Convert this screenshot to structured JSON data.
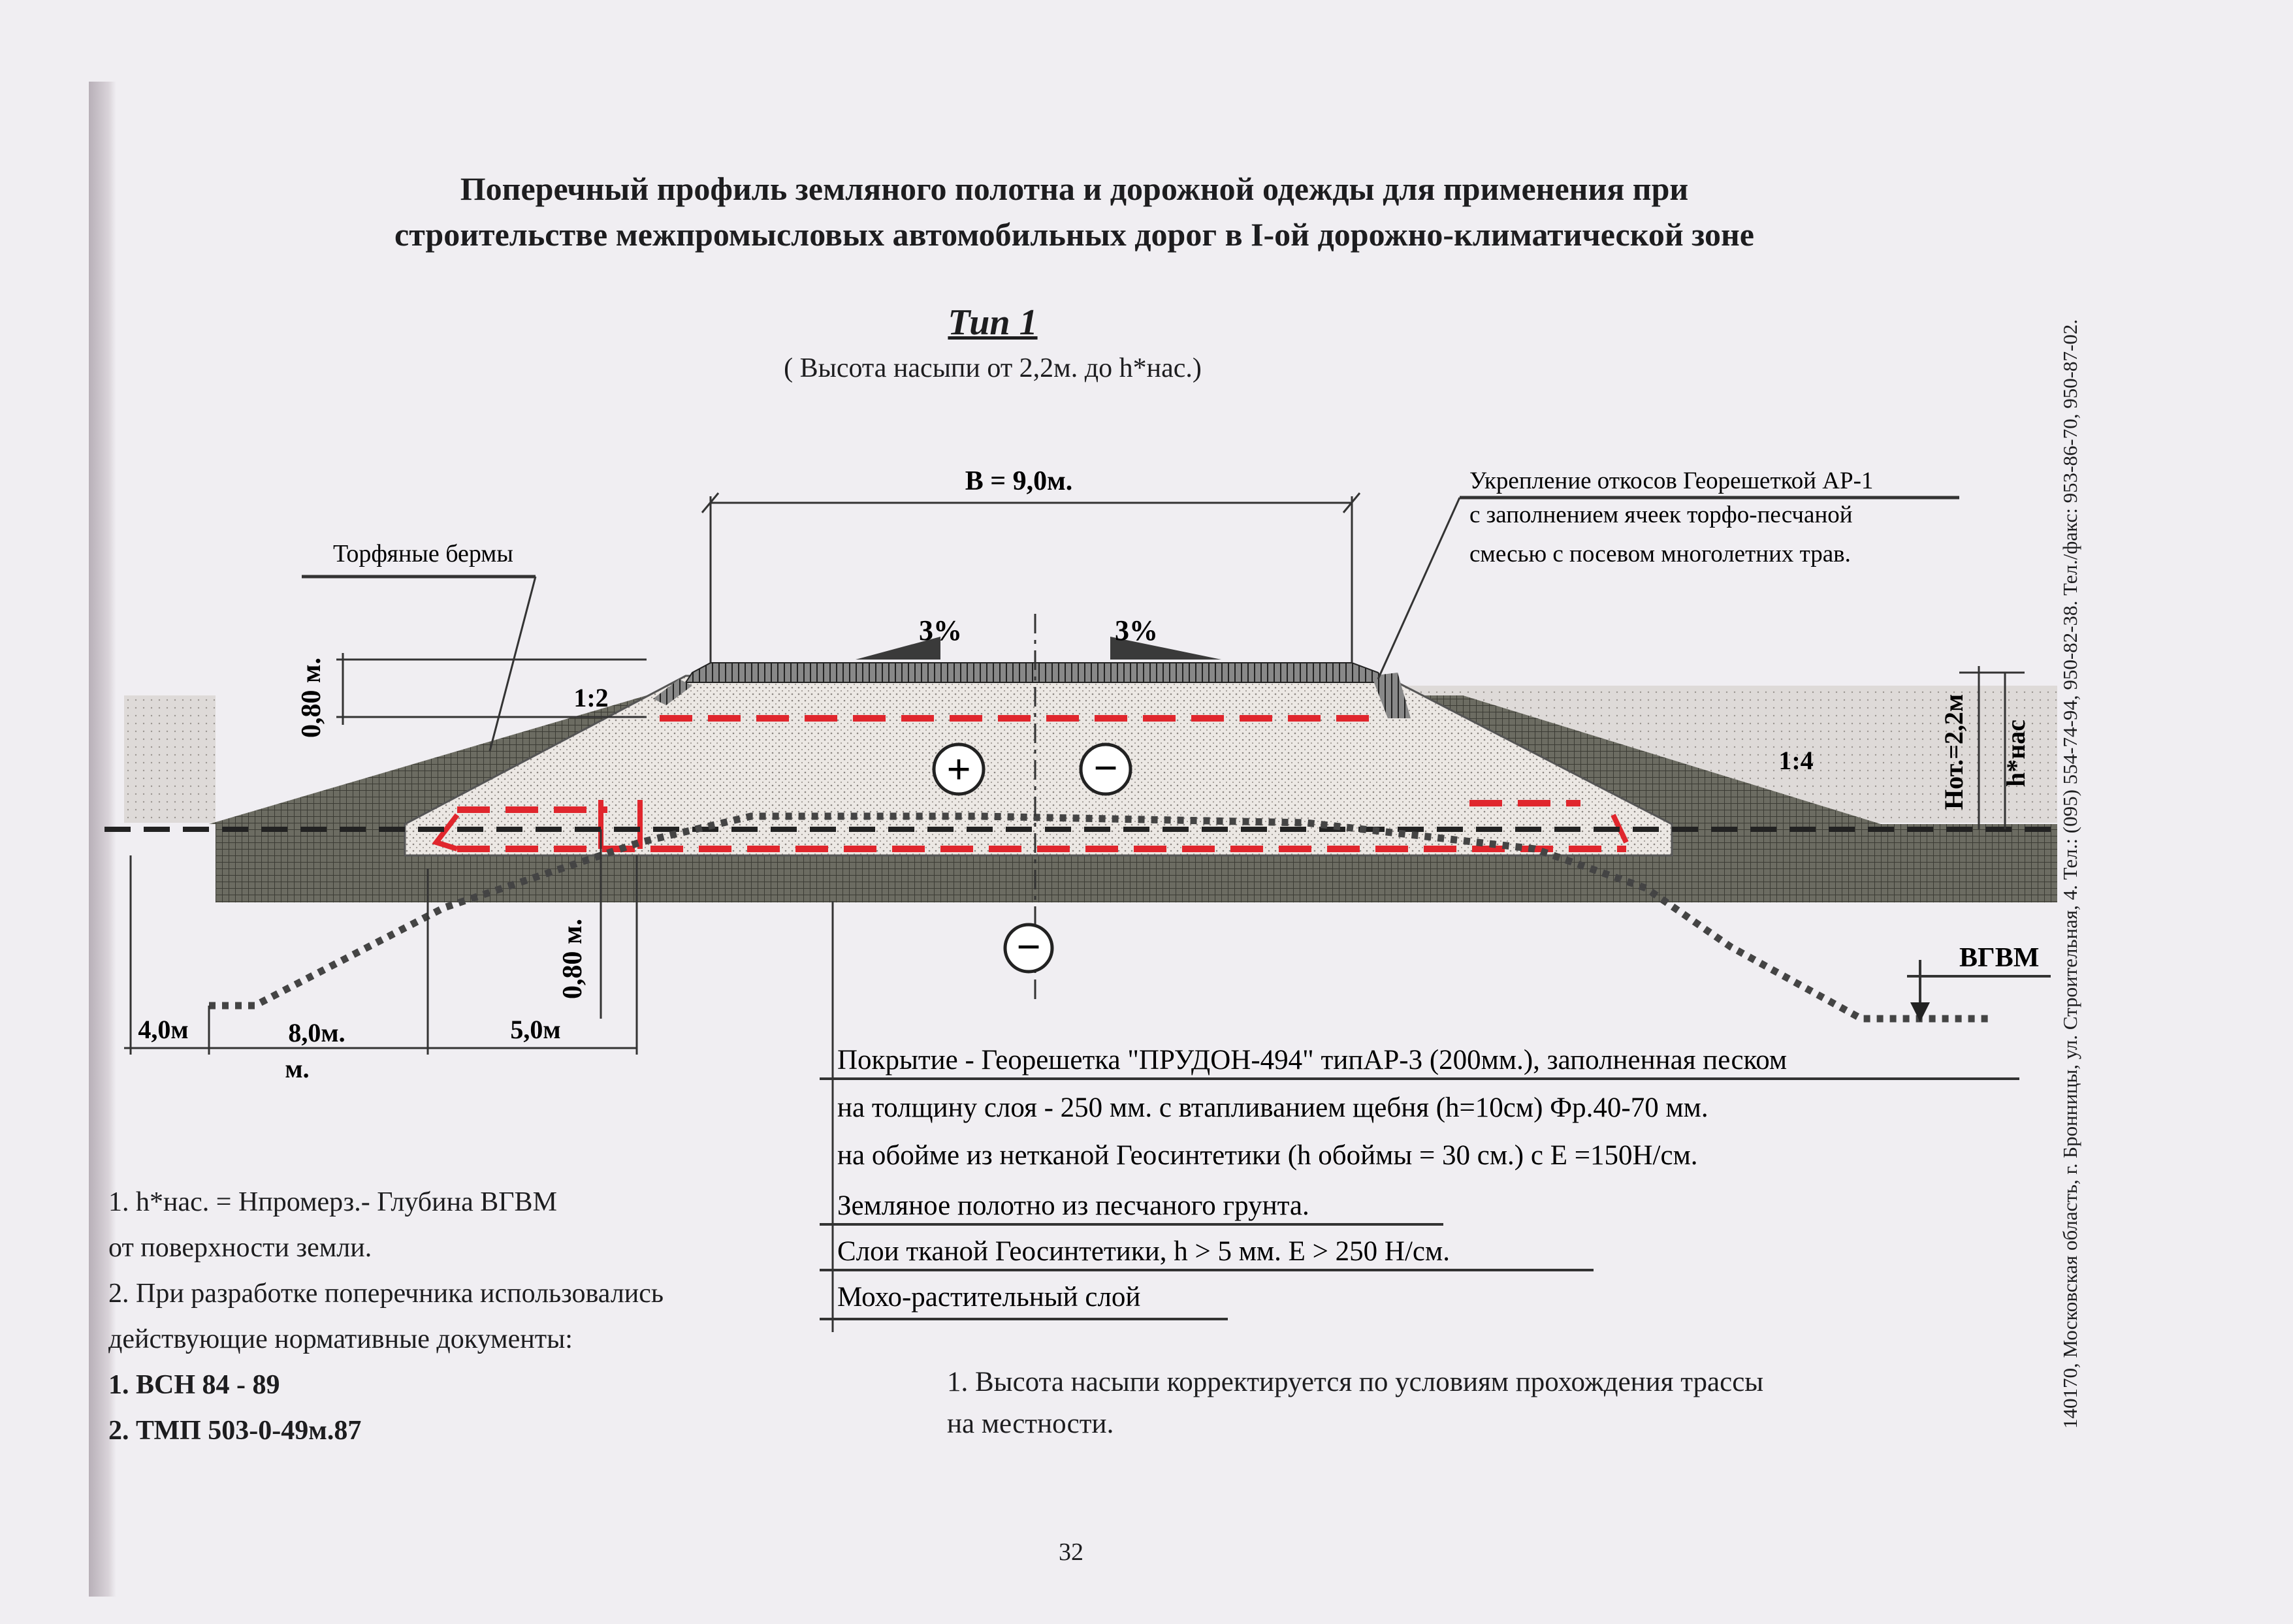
{
  "title": {
    "line1": "Поперечный профиль земляного полотна и дорожной одежды для применения при",
    "line2": "строительстве межпромысловых автомобильных дорог в I-ой дорожно-климатической зоне"
  },
  "type": {
    "label": "Тип 1",
    "subtitle": "( Высота насыпи от 2,2м. до h*нас.)"
  },
  "diagram": {
    "width_label": "B = 9,0м.",
    "slope_left": "3%",
    "slope_right": "3%",
    "ratio_left": "1:2",
    "ratio_right": "1:4",
    "height_top": "0,80 м.",
    "height_bottom": "0,80 м.",
    "hot": "Нот.=2,2м",
    "hnas": "h*нас",
    "plus": "+",
    "minus": "−",
    "dim_a": "4,0м",
    "dim_b": "8,0м.",
    "dim_b_unit": "м.",
    "dim_c": "5,0м",
    "vgvm": "ВГВМ",
    "peat_berm": "Торфяные бермы",
    "slope_reinforce": [
      "Укрепление откосов Георешеткой АР-1",
      "с заполнением ячеек торфо-песчаной",
      "смесью с посевом многолетних трав."
    ]
  },
  "layers": [
    "Покрытие - Георешетка \"ПРУДОН-494\" типАР-3 (200мм.),  заполненная песком",
    "на толщину слоя - 250 мм. с втапливанием  щебня (h=10см) Фр.40-70 мм.",
    "на обойме из нетканой Геосинтетики (h обоймы =  30 см.)  с Е =150Н/см.",
    "Земляное полотно из песчаного грунта.",
    "Слои тканой Геосинтетики, h > 5 мм. Е > 250 Н/см.",
    "Мохо-растительный слой"
  ],
  "notes_left": {
    "n1a": "1. h*нас. = Нпромерз.-  Глубина ВГВМ",
    "n1b": "от поверхности земли.",
    "n2a": "2. При разработке поперечника использовались",
    "n2b": "действующие нормативные документы:",
    "d1": "1. ВСН 84 - 89",
    "d2": "2. ТМП  503-0-49м.87"
  },
  "note_bottom": {
    "l1": "1. Высота насыпи корректируется по условиям прохождения трассы",
    "l2": "на местности."
  },
  "sidebar": "140170, Московская область, г. Бронницы, ул. Строительная, 4. Тел.: (095) 554-74-94, 950-82-38. Тел./факс: 953-86-70, 950-87-02.",
  "page_number": "32",
  "colors": {
    "geotextile_red": "#e0262d",
    "embankment": "#e6e3df",
    "peat": "#6a6a60",
    "moss": "#5e5e55"
  }
}
